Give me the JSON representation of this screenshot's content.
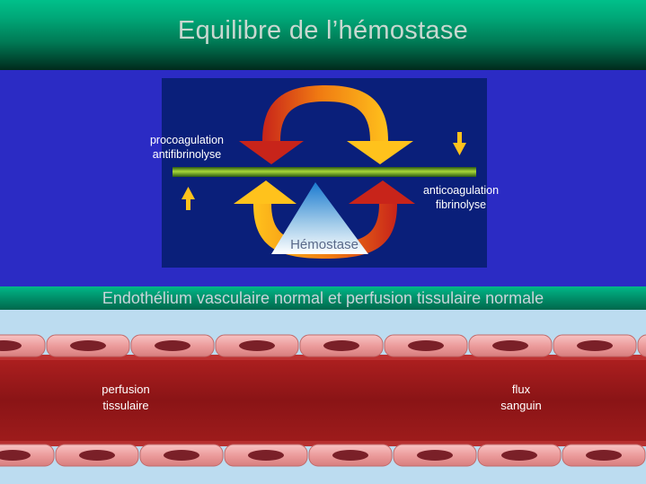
{
  "title": "Equilibre de l’hémostase",
  "diagram": {
    "left_label_line1": "procoagulation",
    "left_label_line2": "antifibrinolyse",
    "right_label_line1": "anticoagulation",
    "right_label_line2": "fibrinolyse",
    "center_label": "Hémostase"
  },
  "subtitle": "Endothélium vasculaire normal et perfusion tissulaire normale",
  "vessel": {
    "left_label_line1": "perfusion",
    "left_label_line2": "tissulaire",
    "right_label_line1": "flux",
    "right_label_line2": "sanguin"
  },
  "colors": {
    "title_band": "#00a878",
    "panel_blue": "#2b2bc4",
    "diagram_bg": "#0a1f7a",
    "arrow_orange": "#f5a21a",
    "arrow_red": "#c8241a",
    "balance_green": "#7ab82a",
    "vessel_red": "#8a1416",
    "cell_pink": "#f0a8a8",
    "vessel_bg": "#bcdcf0"
  }
}
